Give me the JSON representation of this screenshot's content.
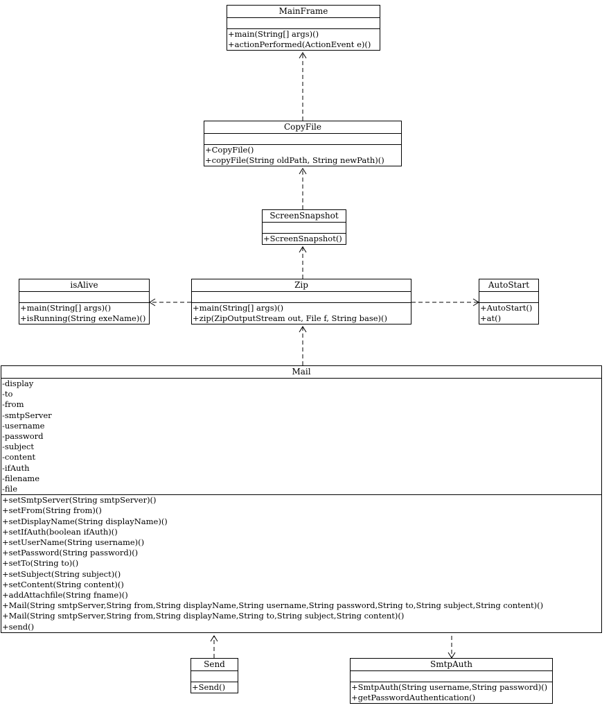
{
  "classes": {
    "mainframe": {
      "name": "MainFrame",
      "attributes": [],
      "methods": [
        "+main(String[] args)()",
        "+actionPerformed(ActionEvent e)()"
      ]
    },
    "copyfile": {
      "name": "CopyFile",
      "attributes": [],
      "methods": [
        "+CopyFile()",
        "+copyFile(String oldPath, String newPath)()"
      ]
    },
    "screensnapshot": {
      "name": "ScreenSnapshot",
      "attributes": [],
      "methods": [
        "+ScreenSnapshot()"
      ]
    },
    "isalive": {
      "name": "isAlive",
      "attributes": [],
      "methods": [
        "+main(String[] args)()",
        "+isRunning(String exeName)()"
      ]
    },
    "zip": {
      "name": "Zip",
      "attributes": [],
      "methods": [
        "+main(String[] args)()",
        "+zip(ZipOutputStream out, File f, String base)()"
      ]
    },
    "autostart": {
      "name": "AutoStart",
      "attributes": [],
      "methods": [
        "+AutoStart()",
        "+at()"
      ]
    },
    "mail": {
      "name": "Mail",
      "attributes": [
        "-display",
        "-to",
        "-from",
        "-smtpServer",
        "-username",
        "-password",
        "-subject",
        "-content",
        "-ifAuth",
        "-filename",
        "-file"
      ],
      "methods": [
        "+setSmtpServer(String smtpServer)()",
        "+setFrom(String from)()",
        "+setDisplayName(String displayName)()",
        "+setIfAuth(boolean ifAuth)()",
        "+setUserName(String username)()",
        "+setPassword(String password)()",
        "+setTo(String to)()",
        "+setSubject(String subject)()",
        "+setContent(String content)()",
        "+addAttachfile(String fname)()",
        "+Mail(String smtpServer,String from,String displayName,String username,String password,String to,String subject,String content)()",
        "+Mail(String smtpServer,String from,String displayName,String to,String subject,String content)()",
        "+send()"
      ]
    },
    "send": {
      "name": "Send",
      "attributes": [],
      "methods": [
        "+Send()"
      ]
    },
    "smtpauth": {
      "name": "SmtpAuth",
      "attributes": [],
      "methods": [
        "+SmtpAuth(String username,String password)()",
        "+getPasswordAuthentication()"
      ]
    }
  }
}
